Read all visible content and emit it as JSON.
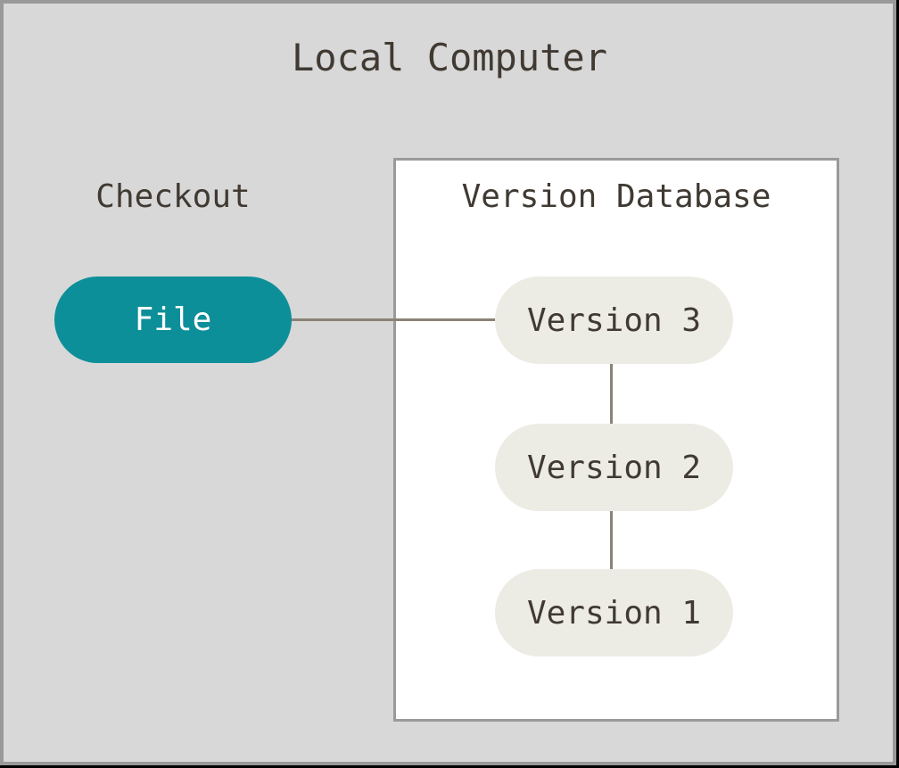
{
  "diagram": {
    "title": "Local Computer",
    "checkout": {
      "label": "Checkout",
      "file_node": {
        "label": "File"
      }
    },
    "version_database": {
      "title": "Version Database",
      "nodes": [
        {
          "label": "Version 3"
        },
        {
          "label": "Version 2"
        },
        {
          "label": "Version 1"
        }
      ],
      "connections": [
        "File - Version 3",
        "Version 3 - Version 2",
        "Version 2 - Version 1"
      ]
    },
    "colors": {
      "canvas_background": "#d8d8d8",
      "frame_border": "#999999",
      "frame_shadow": "#000000",
      "box_background": "#ffffff",
      "box_border": "#9a9a9a",
      "file_node_fill": "#0d8f99",
      "file_node_text": "#ffffff",
      "version_node_fill": "#edece4",
      "text": "#403a33",
      "connector": "#8a8376"
    }
  }
}
